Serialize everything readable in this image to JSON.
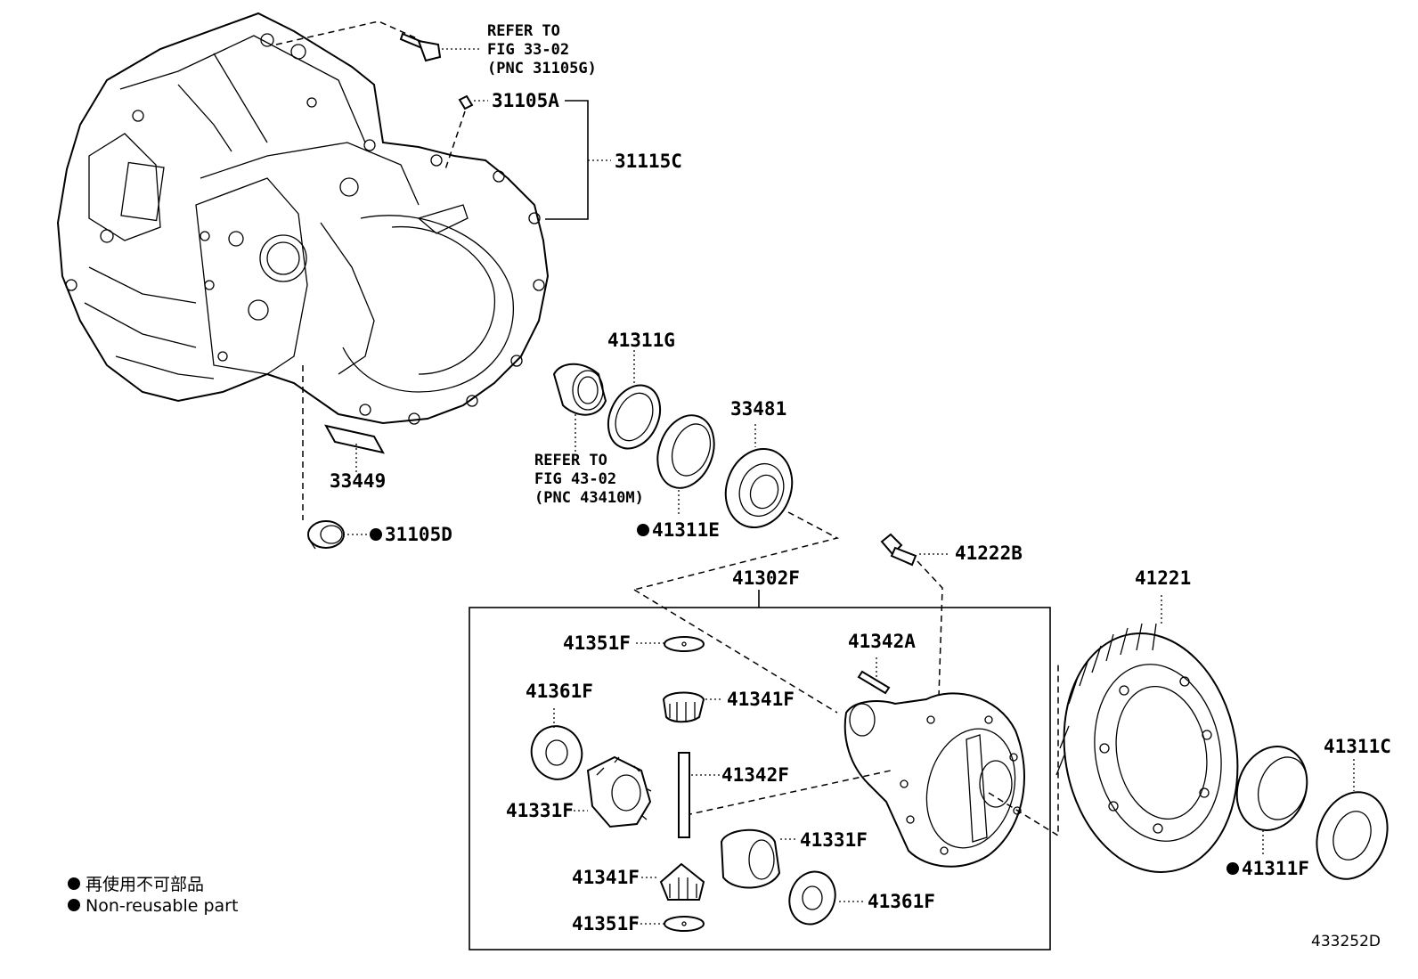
{
  "diagram_id": "433252D",
  "refer_notes": {
    "top": [
      "REFER TO",
      "FIG 33-02",
      "(PNC 31105G)"
    ],
    "middle": [
      "REFER TO",
      "FIG 43-02",
      "(PNC 43410M)"
    ]
  },
  "labels": {
    "p31105A": "31105A",
    "p31115C": "31115C",
    "p41311G": "41311G",
    "p33481": "33481",
    "p33449": "33449",
    "p31105D": "31105D",
    "p41311E": "41311E",
    "p41222B": "41222B",
    "p41302F": "41302F",
    "p41221": "41221",
    "p41351F_top": "41351F",
    "p41342A": "41342A",
    "p41361F_left": "41361F",
    "p41341F_top": "41341F",
    "p41342F": "41342F",
    "p41331F_left": "41331F",
    "p41331F_right": "41331F",
    "p41341F_bottom": "41341F",
    "p41361F_right": "41361F",
    "p41351F_bottom": "41351F",
    "p41311C": "41311C",
    "p41311F": "41311F"
  },
  "non_reusable_marker": "●",
  "legend": {
    "japanese": "再使用不可部品",
    "english": "Non-reusable part"
  }
}
